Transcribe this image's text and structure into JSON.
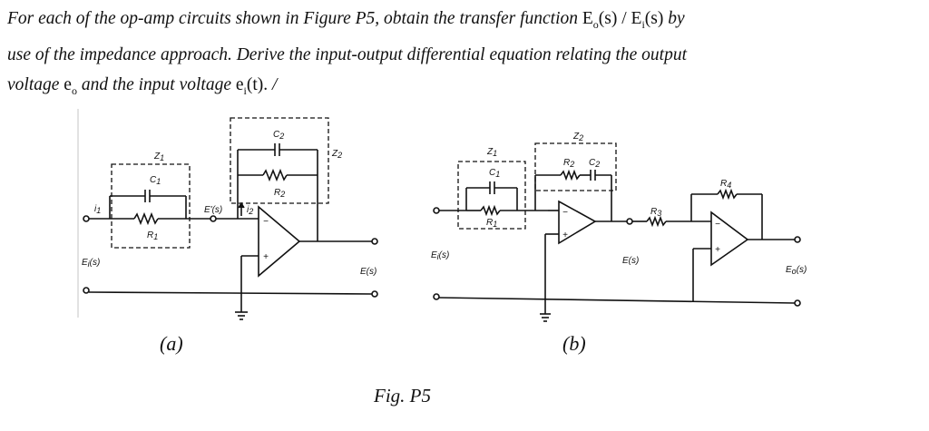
{
  "problem": {
    "line1_a": "For each of  the op-amp circuits shown in Figure P5, obtain the transfer function ",
    "tf_num": "E",
    "tf_num_sub": "o",
    "tf_mid": "(s) / E",
    "tf_den_sub": "i",
    "tf_end": "(s)",
    "line1_b": " by",
    "line2": "use of the impedance approach. Derive the input-output differential equation relating the output",
    "line3_a": "voltage ",
    "eo": "e",
    "eo_sub": "o",
    "line3_b": " and the input voltage ",
    "ei": "e",
    "ei_sub": "i",
    "ei_arg": "(t).",
    "mark": "/"
  },
  "circuit_a": {
    "Z1": "Z",
    "Z1_sub": "1",
    "C1": "C",
    "C1_sub": "1",
    "R1": "R",
    "R1_sub": "1",
    "Z2": "Z",
    "Z2_sub": "2",
    "C2": "C",
    "C2_sub": "2",
    "R2": "R",
    "R2_sub": "2",
    "i1": "i",
    "i1_sub": "1",
    "i2": "i",
    "i2_sub": "2",
    "E_prime": "E'(s)",
    "Ei": "E",
    "Ei_sub": "i",
    "Ei_arg": "(s)",
    "Eo": "E(s)",
    "plus": "+",
    "minus": "−"
  },
  "circuit_b": {
    "Z1": "Z",
    "Z1_sub": "1",
    "Z2": "Z",
    "Z2_sub": "2",
    "C1": "C",
    "C1_sub": "1",
    "R1": "R",
    "R1_sub": "1",
    "R2": "R",
    "R2_sub": "2",
    "C2": "C",
    "C2_sub": "2",
    "R3": "R",
    "R3_sub": "3",
    "R4": "R",
    "R4_sub": "4",
    "Ei": "E",
    "Ei_sub": "i",
    "Ei_arg": "(s)",
    "E": "E(s)",
    "Eo": "E",
    "Eo_sub": "o",
    "Eo_arg": "(s)",
    "plus": "+",
    "minus": "−"
  },
  "captions": {
    "a": "(a)",
    "b": "(b)",
    "figure": "Fig. P5"
  }
}
